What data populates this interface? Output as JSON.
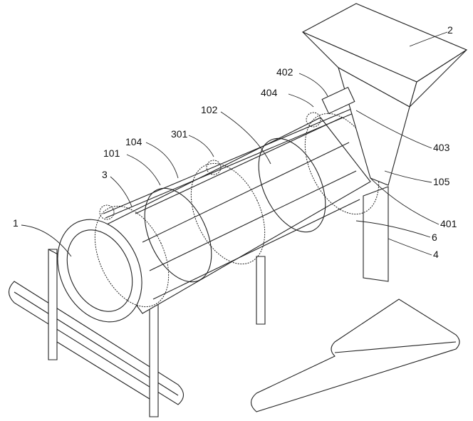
{
  "figure": {
    "labels": {
      "l2": "2",
      "l402": "402",
      "l404": "404",
      "l102": "102",
      "l301": "301",
      "l104": "104",
      "l101": "101",
      "l3": "3",
      "l1": "1",
      "l403": "403",
      "l105": "105",
      "l401": "401",
      "l6": "6",
      "l4": "4"
    }
  }
}
